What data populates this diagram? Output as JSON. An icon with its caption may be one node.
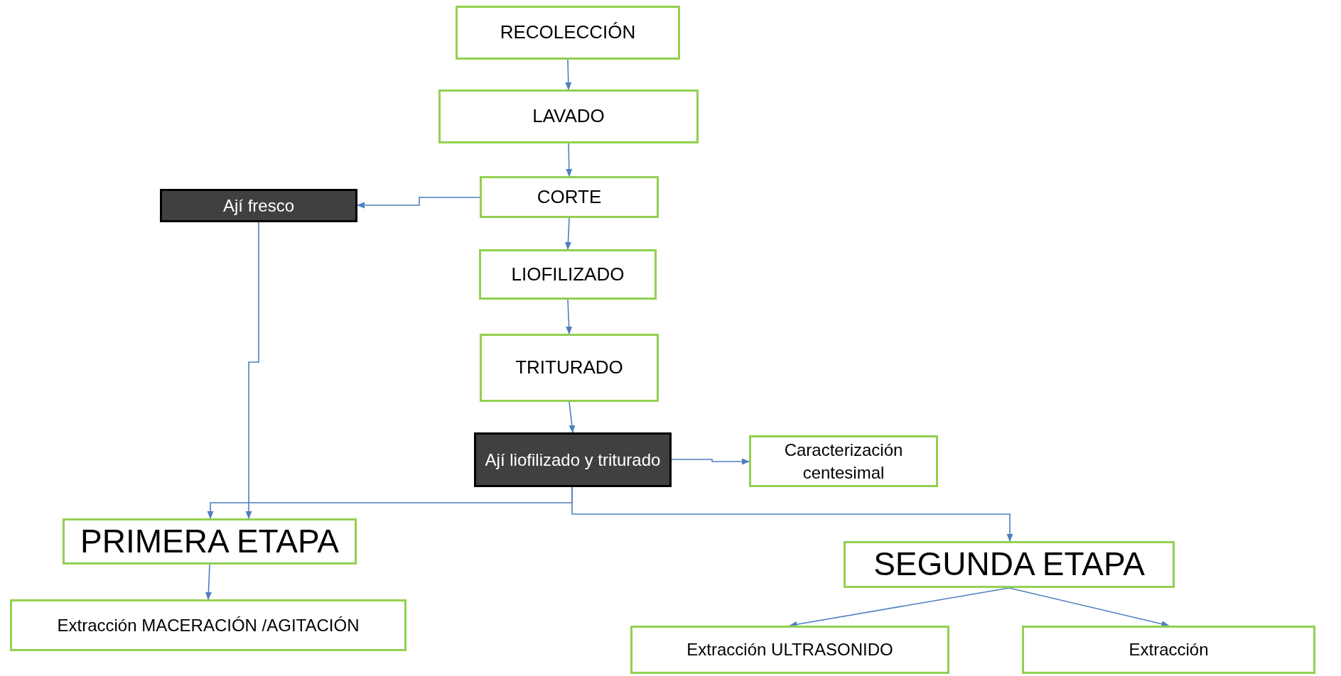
{
  "diagram": {
    "nodes": [
      {
        "text": [
          "RECOLECCIÓN"
        ]
      },
      {
        "text": [
          "LAVADO"
        ]
      },
      {
        "text": [
          "CORTE"
        ]
      },
      {
        "text": [
          "Ají fresco"
        ]
      },
      {
        "text": [
          "LIOFILIZADO"
        ]
      },
      {
        "text": [
          "TRITURADO"
        ]
      },
      {
        "text": [
          "Ají liofilizado y triturado"
        ]
      },
      {
        "text": [
          "Caracterización centesimal"
        ]
      },
      {
        "text": [
          "PRIMERA ETAPA"
        ]
      },
      {
        "text": [
          "Extracción MACERACIÓN /AGITACIÓN"
        ]
      },
      {
        "text": [
          "SEGUNDA ETAPA"
        ]
      },
      {
        "text": [
          "Extracción ULTRASONIDO"
        ]
      },
      {
        "text": [
          "Extracción"
        ]
      }
    ],
    "edges": [
      {
        "from": 0,
        "to": 1,
        "arrow": "to"
      },
      {
        "from": 1,
        "to": 2,
        "arrow": "to"
      },
      {
        "from": 2,
        "to": 3,
        "arrow": "to"
      },
      {
        "from": 2,
        "to": 4,
        "arrow": "to"
      },
      {
        "from": 4,
        "to": 5,
        "arrow": "to"
      },
      {
        "from": 5,
        "to": 6,
        "arrow": "to"
      },
      {
        "from": 6,
        "to": 7,
        "arrow": "to"
      },
      {
        "from": 3,
        "to": 8,
        "arrow": "to"
      },
      {
        "from": 6,
        "to": 8,
        "arrow": "to"
      },
      {
        "from": 6,
        "to": 10,
        "arrow": "to"
      },
      {
        "from": 8,
        "to": 9,
        "arrow": "to"
      },
      {
        "from": 10,
        "to": 11,
        "arrow": "to"
      },
      {
        "from": 10,
        "to": 12,
        "arrow": "to"
      }
    ]
  }
}
